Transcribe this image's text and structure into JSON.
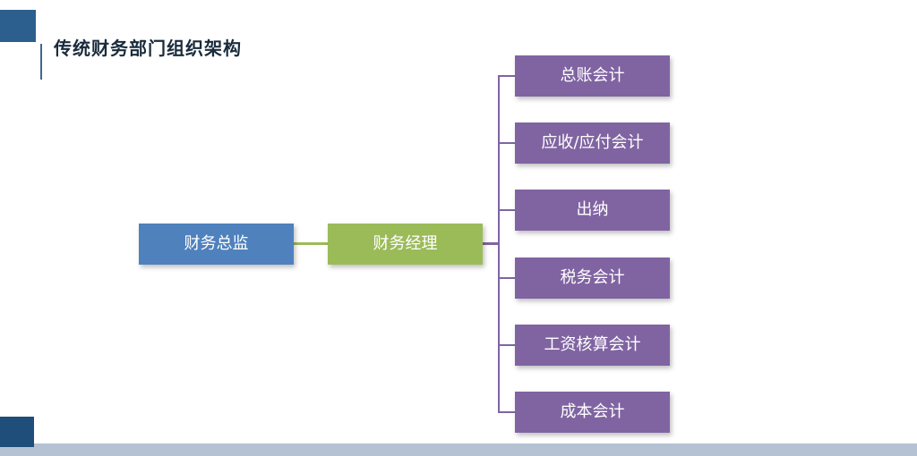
{
  "slide": {
    "title": "传统财务部门组织架构"
  },
  "diagram": {
    "director": {
      "label": "财务总监",
      "color": "#4f81bd"
    },
    "manager": {
      "label": "财务经理",
      "color": "#9bbb59"
    },
    "subordinates": [
      {
        "label": "总账会计"
      },
      {
        "label": "应收/应付会计"
      },
      {
        "label": "出纳"
      },
      {
        "label": "税务会计"
      },
      {
        "label": "工资核算会计"
      },
      {
        "label": "成本会计"
      }
    ],
    "subordinate_color": "#8064a2",
    "connectors": {
      "director_manager_color": "#9bbb59",
      "manager_subordinates_color": "#8064a2"
    }
  },
  "decorations": {
    "header_square_color": "#2d5f8e",
    "header_line_color": "#44668c",
    "footer_bar_color": "#b5c2d3",
    "footer_square_color": "#1e4e79",
    "title_color": "#1a2b3c"
  }
}
